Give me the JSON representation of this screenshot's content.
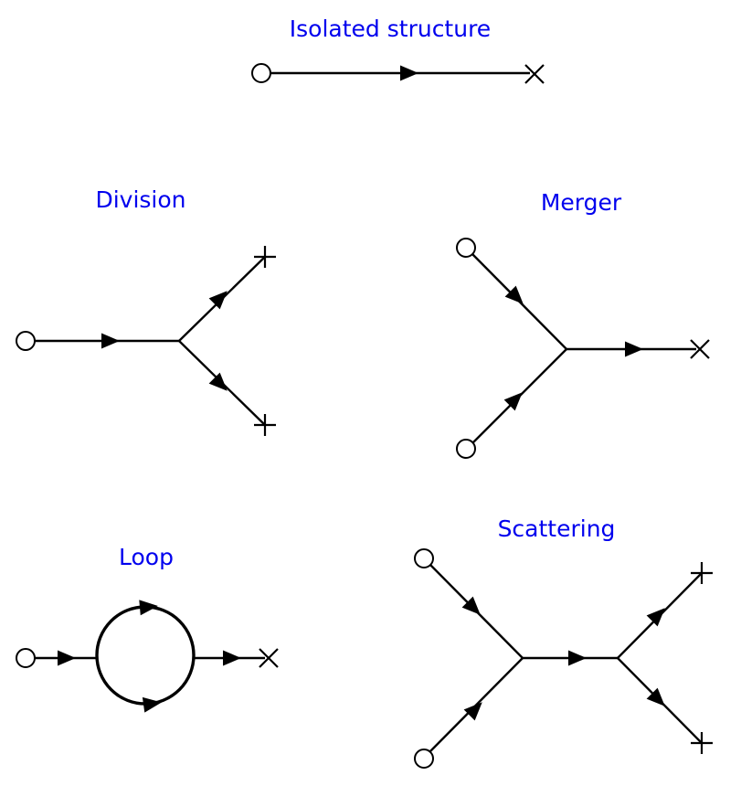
{
  "panels": {
    "isolated": {
      "title": "Isolated structure"
    },
    "division": {
      "title": "Division"
    },
    "merger": {
      "title": "Merger"
    },
    "loop": {
      "title": "Loop"
    },
    "scattering": {
      "title": "Scattering"
    }
  },
  "legend_symbols": {
    "start_marker": "open-circle",
    "end_marker": "cross",
    "flow_marker": "arrowhead"
  }
}
